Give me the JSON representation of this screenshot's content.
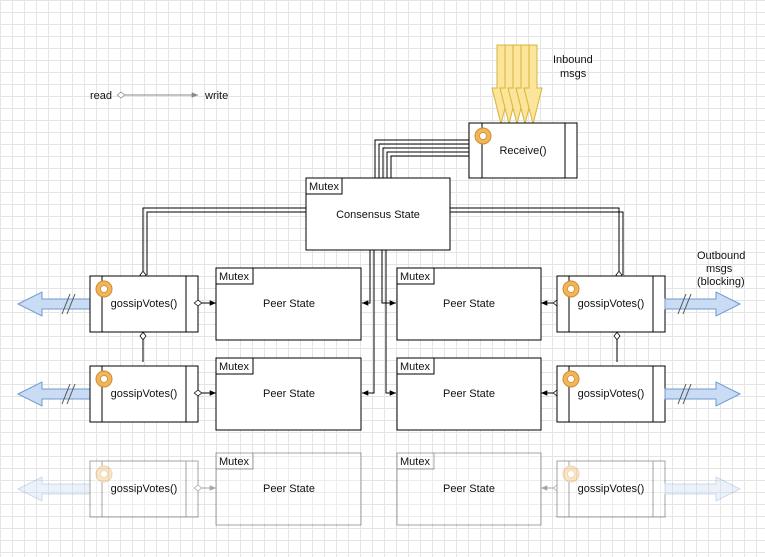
{
  "legend": {
    "read": "read",
    "write": "write"
  },
  "inbound": {
    "line1": "Inbound",
    "line2": "msgs"
  },
  "outbound": {
    "line1": "Outbound",
    "line2": "msgs",
    "line3": "(blocking)"
  },
  "receive": {
    "label": "Receive()"
  },
  "consensus": {
    "tag": "Mutex",
    "label": "Consensus State"
  },
  "gossip": {
    "label": "gossipVotes()"
  },
  "peer": {
    "tag": "Mutex",
    "label": "Peer State"
  },
  "icons": {
    "gear": "gear-icon",
    "arrow": "double-arrow-icon"
  },
  "colors": {
    "arrow_fill": "#c9dcf3",
    "arrow_stroke": "#6f9ad3",
    "inbound_fill": "#fce49a",
    "inbound_stroke": "#d6b43c",
    "gear": "#f0b65c"
  }
}
